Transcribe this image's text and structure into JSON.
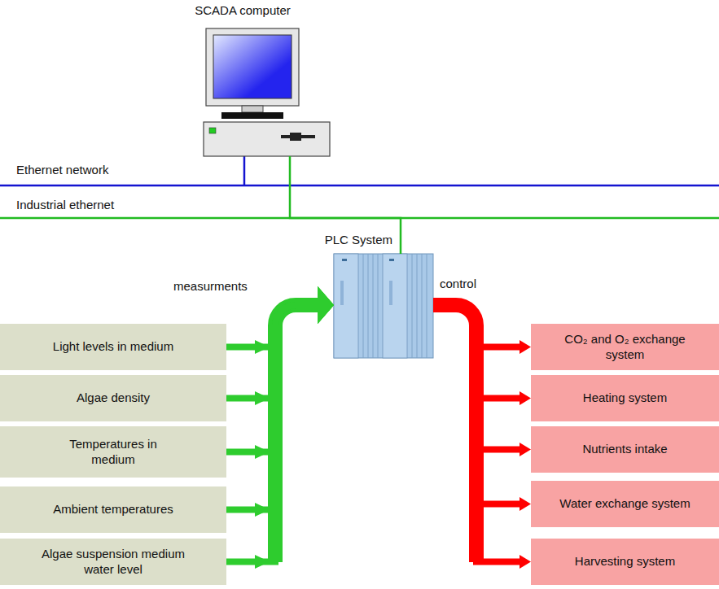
{
  "diagram": {
    "nodes": [
      {
        "text": [
          "SCADA computer"
        ]
      },
      {
        "text": [
          "PLC System"
        ]
      },
      {
        "text": [
          "Light levels in medium"
        ]
      },
      {
        "text": [
          "Algae density"
        ]
      },
      {
        "text": [
          "Temperatures in medium"
        ]
      },
      {
        "text": [
          "Ambient temperatures"
        ]
      },
      {
        "text": [
          "Algae suspension medium water level"
        ]
      },
      {
        "text": [
          "CO₂ and O₂ exchange system"
        ]
      },
      {
        "text": [
          "Heating system"
        ]
      },
      {
        "text": [
          "Nutrients intake"
        ]
      },
      {
        "text": [
          "Water exchange system"
        ]
      },
      {
        "text": [
          "Harvesting system"
        ]
      }
    ],
    "edges": [
      {
        "from": 0,
        "to": 1,
        "arrow": "none"
      },
      {
        "from": 2,
        "to": 1,
        "arrow": "to"
      },
      {
        "from": 3,
        "to": 1,
        "arrow": "to"
      },
      {
        "from": 4,
        "to": 1,
        "arrow": "to"
      },
      {
        "from": 5,
        "to": 1,
        "arrow": "to"
      },
      {
        "from": 6,
        "to": 1,
        "arrow": "to"
      },
      {
        "from": 1,
        "to": 7,
        "arrow": "to"
      },
      {
        "from": 1,
        "to": 8,
        "arrow": "to"
      },
      {
        "from": 1,
        "to": 9,
        "arrow": "to"
      },
      {
        "from": 1,
        "to": 10,
        "arrow": "to"
      },
      {
        "from": 1,
        "to": 11,
        "arrow": "to"
      }
    ],
    "labels": [
      "Ethernet network",
      "Industrial ethernet",
      "measurments",
      "control"
    ]
  }
}
